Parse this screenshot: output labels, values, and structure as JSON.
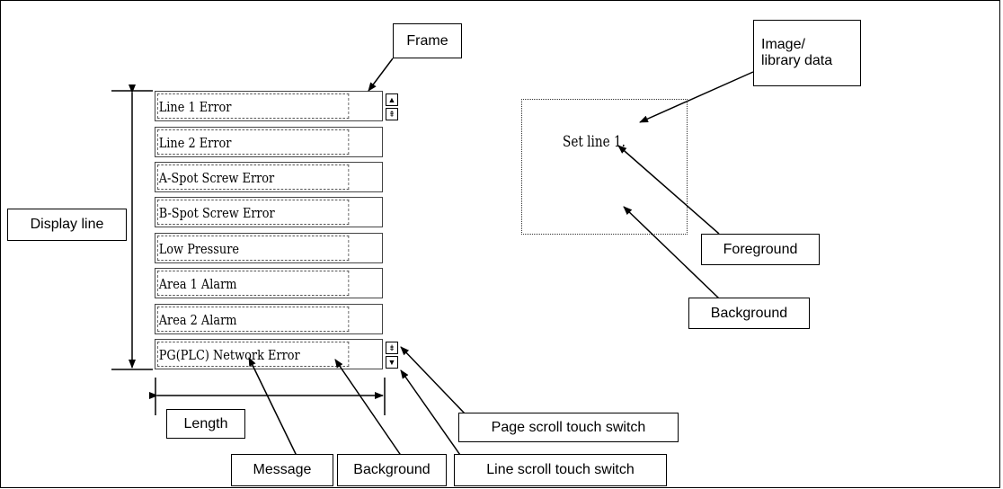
{
  "callouts": {
    "frame": "Frame",
    "image_library_line1": "Image/",
    "image_library_line2": "library data",
    "display_line": "Display line",
    "foreground": "Foreground",
    "background_right": "Background",
    "length": "Length",
    "message": "Message",
    "background_bottom": "Background",
    "page_scroll": "Page scroll touch switch",
    "line_scroll": "Line scroll touch switch"
  },
  "messages": [
    "Line 1 Error",
    "Line 2 Error",
    "A-Spot Screw Error",
    "B-Spot Screw Error",
    "Low Pressure",
    "Area 1 Alarm",
    "Area 2 Alarm",
    "PG(PLC) Network Error"
  ],
  "preview_text": "Set line 1.",
  "scroll_buttons": {
    "line_up": "▲",
    "page_up": "⇞",
    "page_down": "⇟",
    "line_down": "▼"
  }
}
